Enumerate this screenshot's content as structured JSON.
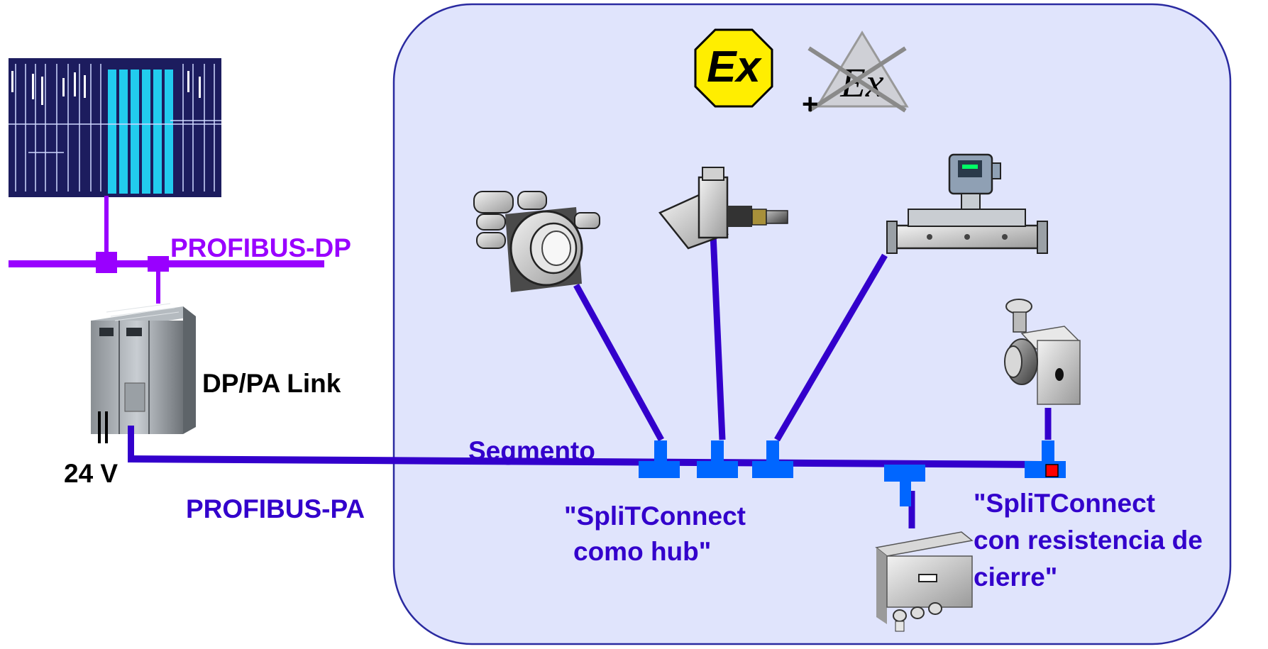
{
  "labels": {
    "profibus_dp": "PROFIBUS-DP",
    "dp_pa_link": "DP/PA Link",
    "voltage": "24 V",
    "profibus_pa": "PROFIBUS-PA",
    "segmento": "Segmento",
    "splitconnect_hub_line1": "\"SpliTConnect",
    "splitconnect_hub_line2": "como hub\"",
    "splitconnect_term_line1": "\"SpliTConnect",
    "splitconnect_term_line2": "con resistencia de",
    "splitconnect_term_line3": "cierre\"",
    "plus_sign": "+"
  },
  "symbols": {
    "ex_symbol_text": "Ex",
    "ex_crossed_symbol_text": "Ex"
  },
  "colors": {
    "profibus_dp": "#9900ff",
    "profibus_pa": "#3300cc",
    "splitconnect": "#0066ff",
    "hazard_zone_fill": "#e0e4fc",
    "hazard_zone_border": "#2a2aa0",
    "ex_badge": "#ffee00",
    "terminator": "#ff0000"
  }
}
